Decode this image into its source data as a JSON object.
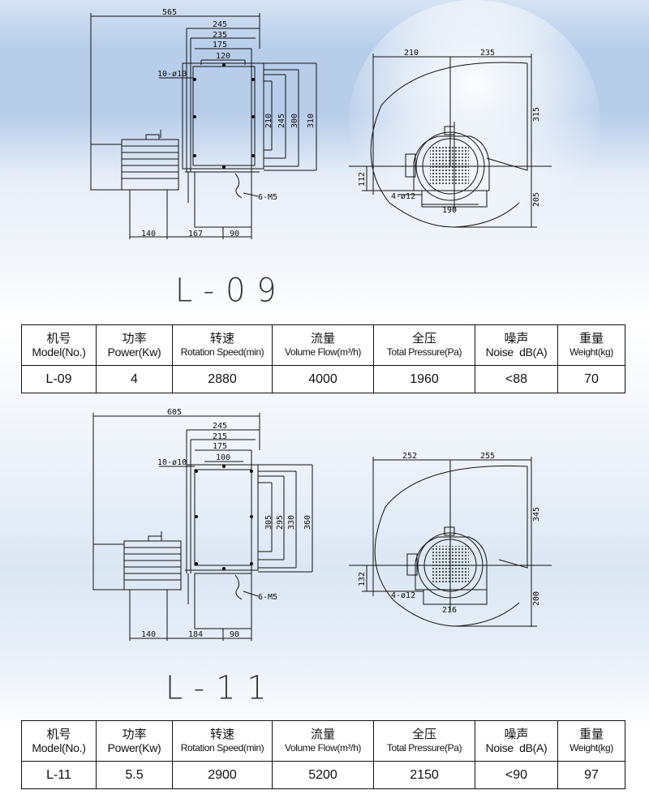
{
  "models": [
    {
      "id": "l09",
      "title": "L-09",
      "side_dims": {
        "overall": "565",
        "w245": "245",
        "w235": "235",
        "w175": "175",
        "w120": "120",
        "holes": "10-ø10",
        "h210": "210",
        "h245": "245",
        "h300": "300",
        "h310": "310",
        "screws": "6-M5",
        "b140": "140",
        "b167": "167",
        "b90": "90"
      },
      "front_dims": {
        "w210": "210",
        "w235": "235",
        "h315": "315",
        "h112": "112",
        "bolts": "4-ø12",
        "w190": "190",
        "h205": "205"
      },
      "headers": [
        {
          "cn": "机号",
          "en": "Model(No.)"
        },
        {
          "cn": "功率",
          "en": "Power(Kw)"
        },
        {
          "cn": "转速",
          "en": "Rotation Speed(min)"
        },
        {
          "cn": "流量",
          "en": "Volume Flow(m³/h)"
        },
        {
          "cn": "全压",
          "en": "Total Pressure(Pa)"
        },
        {
          "cn": "噪声",
          "en": "Noise  dB(A)"
        },
        {
          "cn": "重量",
          "en": "Weight(kg)"
        }
      ],
      "values": [
        "L-09",
        "4",
        "2880",
        "4000",
        "1960",
        "<88",
        "70"
      ]
    },
    {
      "id": "l11",
      "title": "L-11",
      "side_dims": {
        "overall": "605",
        "w245": "245",
        "w235": "215",
        "w175": "175",
        "w120": "100",
        "holes": "10-ø10",
        "h210": "305",
        "h245": "295",
        "h300": "330",
        "h310": "360",
        "screws": "6-M5",
        "b140": "140",
        "b167": "184",
        "b90": "90"
      },
      "front_dims": {
        "w210": "252",
        "w235": "255",
        "h315": "345",
        "h112": "132",
        "bolts": "4-ø12",
        "w190": "216",
        "h205": "200"
      },
      "headers": [
        {
          "cn": "机号",
          "en": "Model(No.)"
        },
        {
          "cn": "功率",
          "en": "Power(Kw)"
        },
        {
          "cn": "转速",
          "en": "Rotation Speed(min)"
        },
        {
          "cn": "流量",
          "en": "Volume Flow(m³/h)"
        },
        {
          "cn": "全压",
          "en": "Total Pressure(Pa)"
        },
        {
          "cn": "噪声",
          "en": "Noise  dB(A)"
        },
        {
          "cn": "重量",
          "en": "Weight(kg)"
        }
      ],
      "values": [
        "L-11",
        "5.5",
        "2900",
        "5200",
        "2150",
        "<90",
        "97"
      ]
    }
  ]
}
